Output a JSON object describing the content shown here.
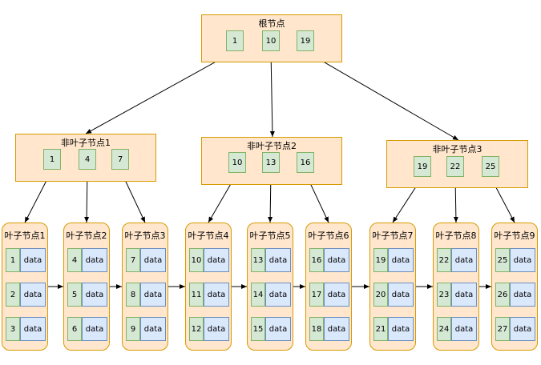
{
  "root": {
    "title": "根节点",
    "keys": [
      "1",
      "10",
      "19"
    ]
  },
  "internal": [
    {
      "title": "非叶子节点1",
      "keys": [
        "1",
        "4",
        "7"
      ]
    },
    {
      "title": "非叶子节点2",
      "keys": [
        "10",
        "13",
        "16"
      ]
    },
    {
      "title": "非叶子节点3",
      "keys": [
        "19",
        "22",
        "25"
      ]
    }
  ],
  "leaves": [
    {
      "title": "叶子节点1",
      "keys": [
        "1",
        "2",
        "3"
      ]
    },
    {
      "title": "叶子节点2",
      "keys": [
        "4",
        "5",
        "6"
      ]
    },
    {
      "title": "叶子节点3",
      "keys": [
        "7",
        "8",
        "9"
      ]
    },
    {
      "title": "叶子节点4",
      "keys": [
        "10",
        "11",
        "12"
      ]
    },
    {
      "title": "叶子节点5",
      "keys": [
        "13",
        "14",
        "15"
      ]
    },
    {
      "title": "叶子节点6",
      "keys": [
        "16",
        "17",
        "18"
      ]
    },
    {
      "title": "叶子节点7",
      "keys": [
        "19",
        "20",
        "21"
      ]
    },
    {
      "title": "叶子节点8",
      "keys": [
        "22",
        "23",
        "24"
      ]
    },
    {
      "title": "叶子节点9",
      "keys": [
        "25",
        "26",
        "27"
      ]
    }
  ],
  "data_label": "data",
  "colors": {
    "node_fill": "#ffe6cc",
    "node_border": "#d79b00",
    "key_fill": "#d5e8d4",
    "key_border": "#82b366",
    "data_fill": "#dae8fc",
    "data_border": "#6c8ebf",
    "edge": "#000000"
  }
}
